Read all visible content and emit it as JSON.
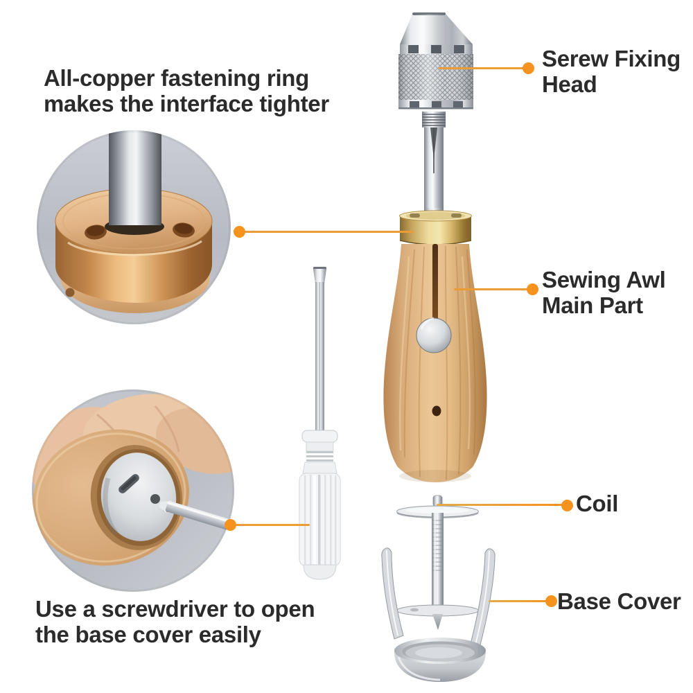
{
  "colors": {
    "bg": "#ffffff",
    "text": "#2b2b2b",
    "dot": "#f6921e",
    "line": "#ec9c35",
    "lineGold": "#e2ac48"
  },
  "labels": {
    "screw_fixing_head": "Serew Fixing Head",
    "fastening_ring_note": "All-copper fastening ring makes the interface tighter",
    "sewing_awl_main_part": "Sewing Awl Main Part",
    "coil": "Coil",
    "base_cover": "Base Cover",
    "screwdriver_note": "Use a screwdriver to open the base cover easily"
  },
  "figures": [
    "screw-fixing-head-photo",
    "fastening-ring-closeup-photo",
    "sewing-awl-handle-photo",
    "screwdriver-photo",
    "coil-photo",
    "base-cover-photo",
    "base-cover-open-closeup-photo"
  ]
}
